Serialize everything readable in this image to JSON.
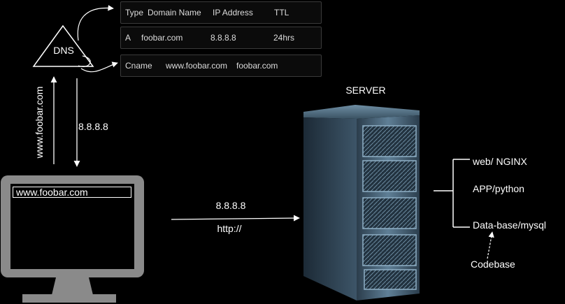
{
  "dns": {
    "label": "DNS"
  },
  "dns_table": {
    "header": [
      "Type",
      "Domain Name",
      "IP Address",
      "TTL"
    ],
    "a_record": [
      "A",
      "foobar.com",
      "8.8.8.8",
      "24hrs"
    ],
    "cname_record": [
      "Cname",
      "www.foobar.com",
      "foobar.com"
    ]
  },
  "flows": {
    "query": "www.foobar.com",
    "response": "8.8.8.8",
    "request_ip": "8.8.8.8",
    "request_protocol": "http://"
  },
  "client": {
    "address_bar": "www.foobar.com"
  },
  "server": {
    "title": "SERVER",
    "components": [
      "web/ NGINX",
      "APP/python",
      "Data-base/mysql"
    ],
    "codebase": "Codebase"
  },
  "colors": {
    "background": "#000000",
    "monitor": "#8a8a8a",
    "server_accent": "#4a7fa0"
  }
}
